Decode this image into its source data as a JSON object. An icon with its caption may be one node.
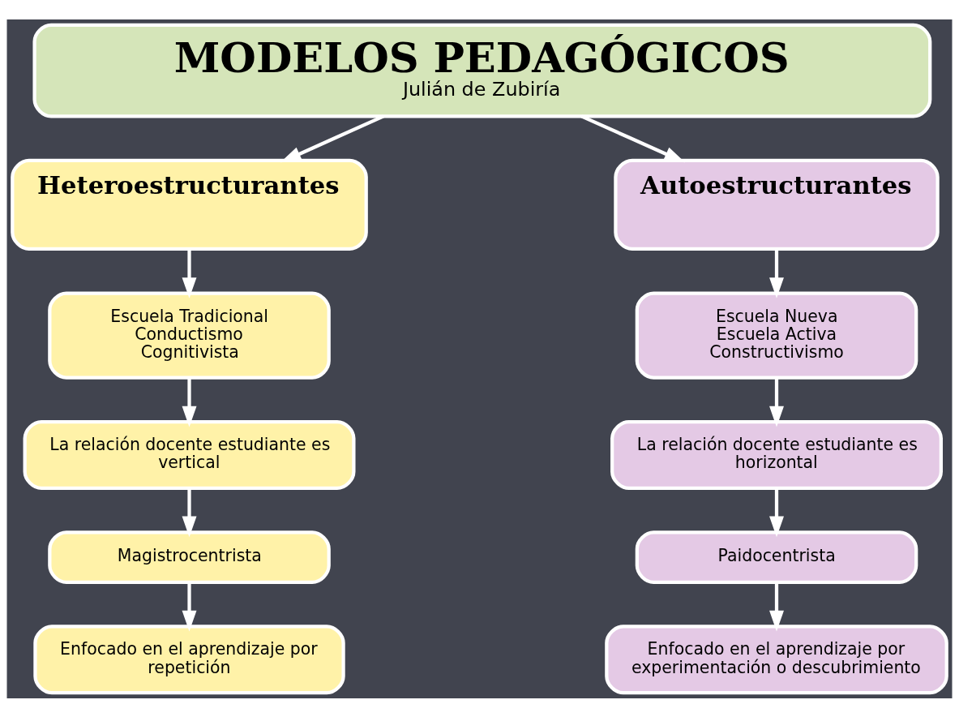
{
  "diagram": {
    "nodes": [
      {
        "text": [
          "MODELOS PEDAGÓGICOS",
          "Julián de Zubiría"
        ]
      },
      {
        "text": [
          "Heteroestructurantes"
        ]
      },
      {
        "text": [
          "Escuela Tradicional",
          "Conductismo",
          "Cognitivista"
        ]
      },
      {
        "text": [
          "La relación docente estudiante es vertical"
        ]
      },
      {
        "text": [
          "Magistrocentrista"
        ]
      },
      {
        "text": [
          "Enfocado en el aprendizaje por repetición"
        ]
      },
      {
        "text": [
          "Autoestructurantes"
        ]
      },
      {
        "text": [
          "Escuela Nueva",
          "Escuela Activa",
          "Constructivismo"
        ]
      },
      {
        "text": [
          "La relación docente estudiante es horizontal"
        ]
      },
      {
        "text": [
          "Paidocentrista"
        ]
      },
      {
        "text": [
          "Enfocado en el aprendizaje por experimentación o descubrimiento"
        ]
      }
    ],
    "edges": [
      {
        "from": 0,
        "to": 1,
        "arrow": "to"
      },
      {
        "from": 0,
        "to": 6,
        "arrow": "to"
      },
      {
        "from": 1,
        "to": 2,
        "arrow": "to"
      },
      {
        "from": 2,
        "to": 3,
        "arrow": "to"
      },
      {
        "from": 3,
        "to": 4,
        "arrow": "to"
      },
      {
        "from": 4,
        "to": 5,
        "arrow": "to"
      },
      {
        "from": 6,
        "to": 7,
        "arrow": "to"
      },
      {
        "from": 7,
        "to": 8,
        "arrow": "to"
      },
      {
        "from": 8,
        "to": 9,
        "arrow": "to"
      },
      {
        "from": 9,
        "to": 10,
        "arrow": "to"
      }
    ]
  }
}
